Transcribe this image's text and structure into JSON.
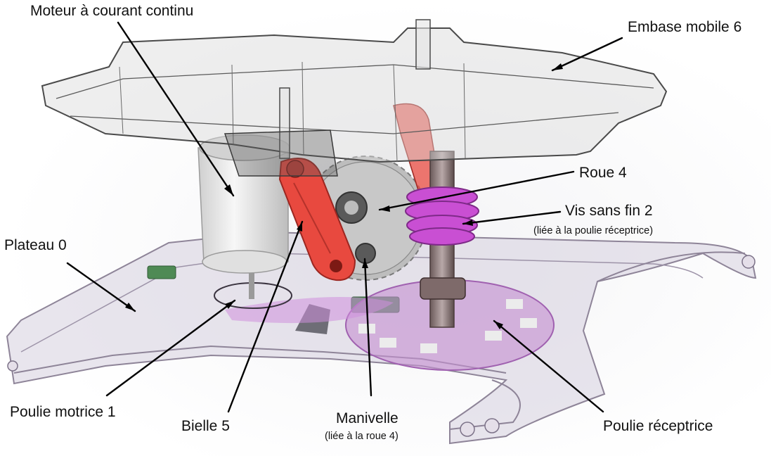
{
  "labels": {
    "moteur": "Moteur à courant continu",
    "embase": "Embase mobile 6",
    "roue": "Roue 4",
    "vis": "Vis sans fin 2",
    "vis_note": "(liée à la poulie réceptrice)",
    "plateau": "Plateau 0",
    "poulie_motrice": "Poulie motrice 1",
    "bielle": "Bielle 5",
    "manivelle": "Manivelle",
    "manivelle_note": "(liée à la roue 4)",
    "poulie_receptrice": "Poulie réceptrice"
  },
  "colors": {
    "frame": "#9a90a6",
    "frame_fill": "#cfc8d8",
    "embase_fill": "#dcdcdc",
    "bielle": "#e8493f",
    "worm": "#c94fd3",
    "pulley_plate": "#b58ac4",
    "motor": "#ececec",
    "gear": "#bdbdbd",
    "leader": "#000000"
  }
}
